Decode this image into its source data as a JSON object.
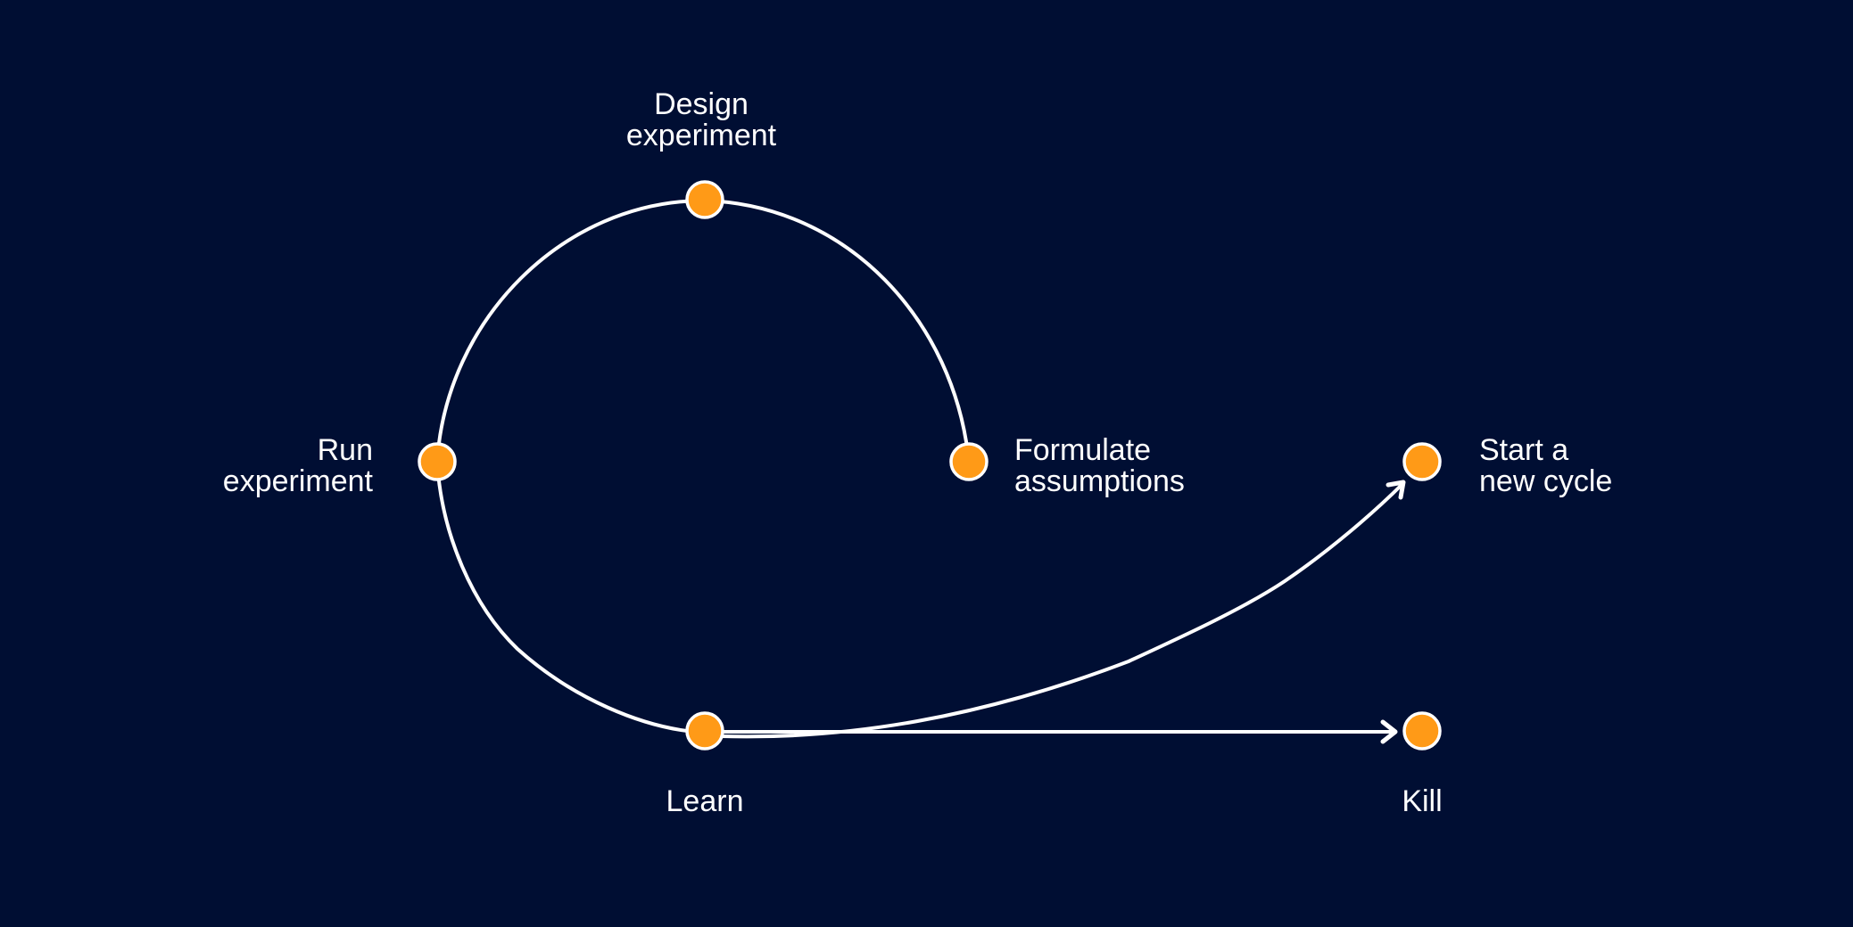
{
  "colors": {
    "background": "#000e33",
    "line": "#ffffff",
    "node_fill": "#ff9a17",
    "node_stroke": "#ffffff",
    "text": "#ffffff"
  },
  "nodes": {
    "design_experiment": {
      "line1": "Design",
      "line2": "experiment"
    },
    "run_experiment": {
      "line1": "Run",
      "line2": "experiment"
    },
    "formulate_assumptions": {
      "line1": "Formulate",
      "line2": "assumptions"
    },
    "learn": {
      "line1": "Learn"
    },
    "start_new_cycle": {
      "line1": "Start a",
      "line2": "new cycle"
    },
    "kill": {
      "line1": "Kill"
    }
  }
}
